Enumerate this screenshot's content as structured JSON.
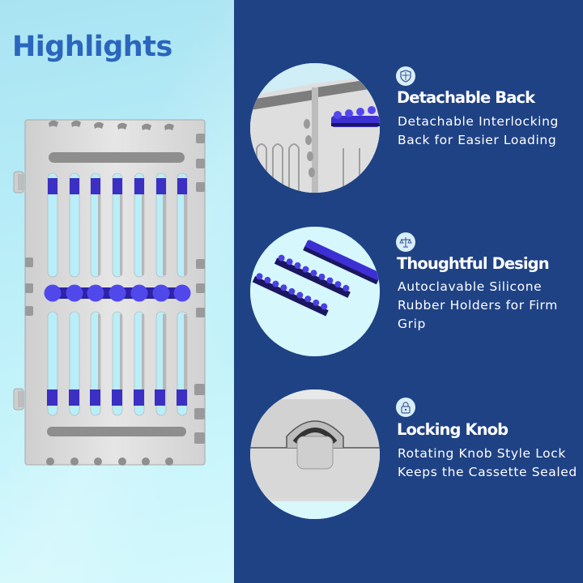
{
  "page": {
    "title": "Highlights",
    "colors": {
      "left_background": "#b9eef8",
      "right_background": "#1f4285",
      "title_color": "#2a66bd",
      "silicone_blue": "#4b3fe6",
      "steel": "#dcdcdc",
      "text_white": "#ffffff"
    }
  },
  "product_image": {
    "alt": "Stainless steel instrument cassette with blue silicone holders",
    "icon": "cassette-image"
  },
  "features": [
    {
      "icon": "shield-icon",
      "heading": "Detachable Back",
      "description": "Detachable Interlocking Back for Easier Loading",
      "photo": "detachable-back-closeup"
    },
    {
      "icon": "scale-icon",
      "heading": "Thoughtful Design",
      "description": "Autoclavable Silicone Rubber Holders for Firm Grip",
      "photo": "silicone-rubber-holders"
    },
    {
      "icon": "lock-icon",
      "heading": "Locking Knob",
      "description": "Rotating Knob Style Lock Keeps the Cassette Sealed",
      "photo": "locking-knob-closeup"
    }
  ]
}
